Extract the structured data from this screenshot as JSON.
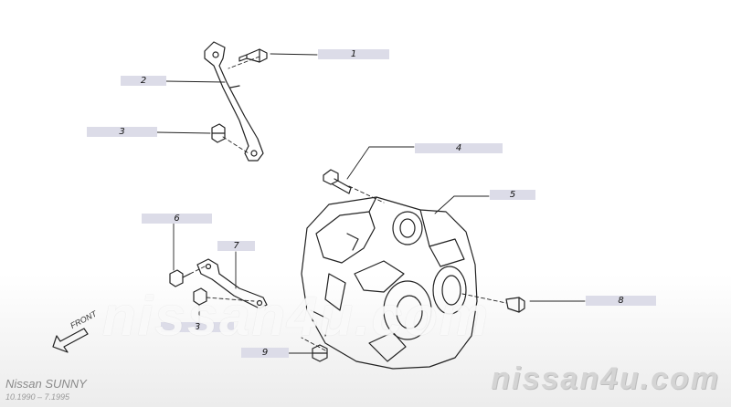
{
  "callouts": [
    {
      "num": "1"
    },
    {
      "num": "2"
    },
    {
      "num": "3"
    },
    {
      "num": "4"
    },
    {
      "num": "5"
    },
    {
      "num": "6"
    },
    {
      "num": "7"
    },
    {
      "num": "3"
    },
    {
      "num": "8"
    },
    {
      "num": "9"
    }
  ],
  "front_label": "FRONT",
  "model": {
    "name": "Nissan SUNNY",
    "years": "10.1990 – 7.1995"
  },
  "watermark": {
    "center": "nissan4u.com",
    "brand": "nissan4u.com"
  },
  "colors": {
    "callout_bg": "#dcdce8",
    "line": "#222222"
  }
}
